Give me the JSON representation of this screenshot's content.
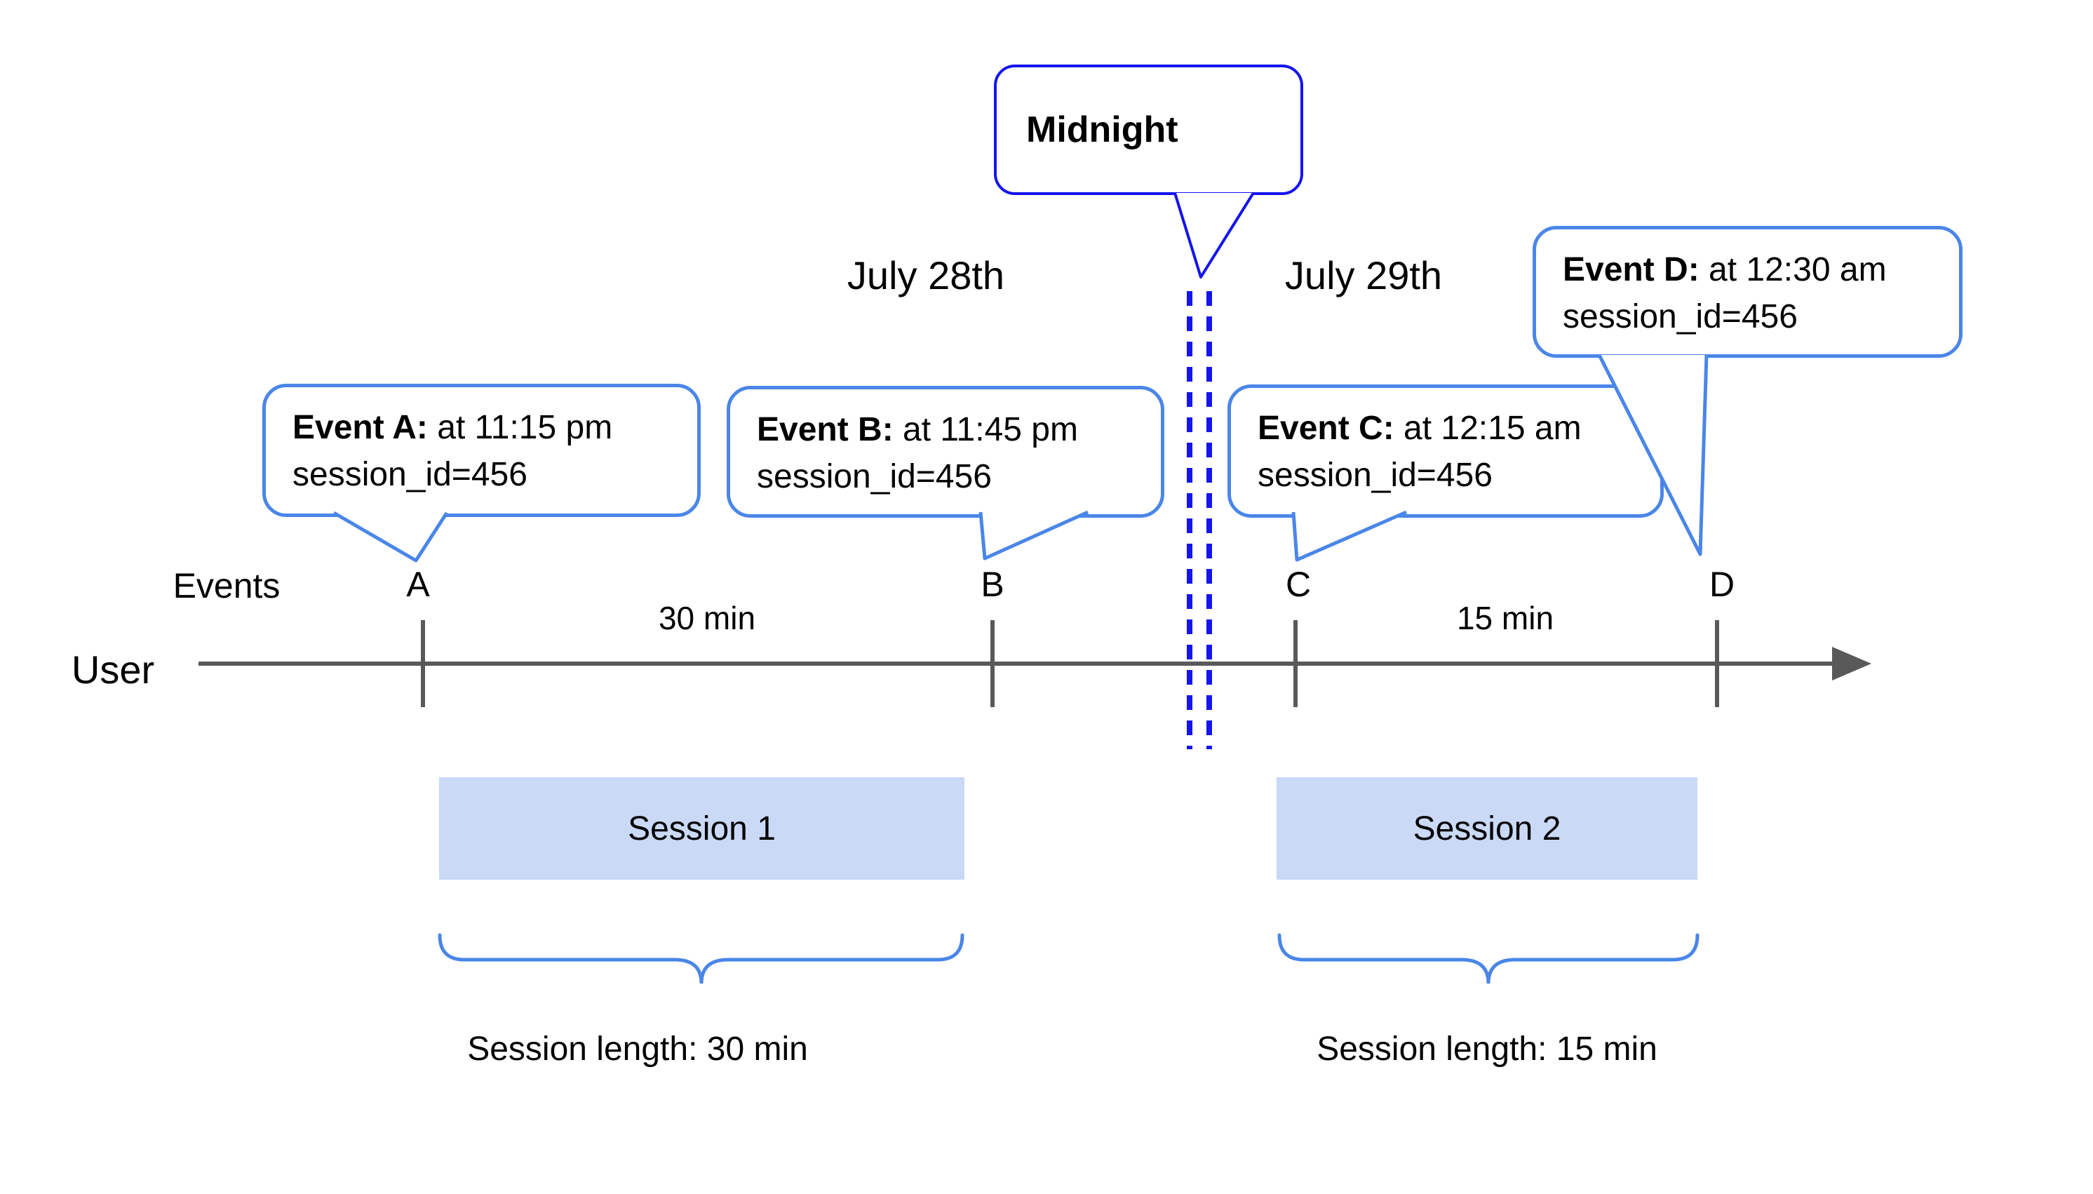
{
  "colors": {
    "event_bubble_blue": "#4a86e8",
    "midnight_blue": "#1414ee",
    "session_fill_blue": "#c9d9f6",
    "timeline_gray": "#595959",
    "text_color": "#000000"
  },
  "midnight": {
    "label": "Midnight"
  },
  "dates": {
    "left": "July 28th",
    "right": "July 29th"
  },
  "events": [
    {
      "tick": "A",
      "label": "Event A:",
      "time": "at 11:15 pm",
      "session": "session_id=456"
    },
    {
      "tick": "B",
      "label": "Event B:",
      "time": "at 11:45 pm",
      "session": "session_id=456"
    },
    {
      "tick": "C",
      "label": "Event C:",
      "time": "at 12:15 am",
      "session": "session_id=456"
    },
    {
      "tick": "D",
      "label": "Event D:",
      "time": "at 12:30 am",
      "session": "session_id=456"
    }
  ],
  "timeline": {
    "events_label": "Events",
    "user_label": "User",
    "intervals": [
      {
        "label": "30 min"
      },
      {
        "label": "15 min"
      }
    ]
  },
  "sessions": [
    {
      "label": "Session 1",
      "length_label": "Session length: 30 min"
    },
    {
      "label": "Session 2",
      "length_label": "Session length: 15 min"
    }
  ]
}
